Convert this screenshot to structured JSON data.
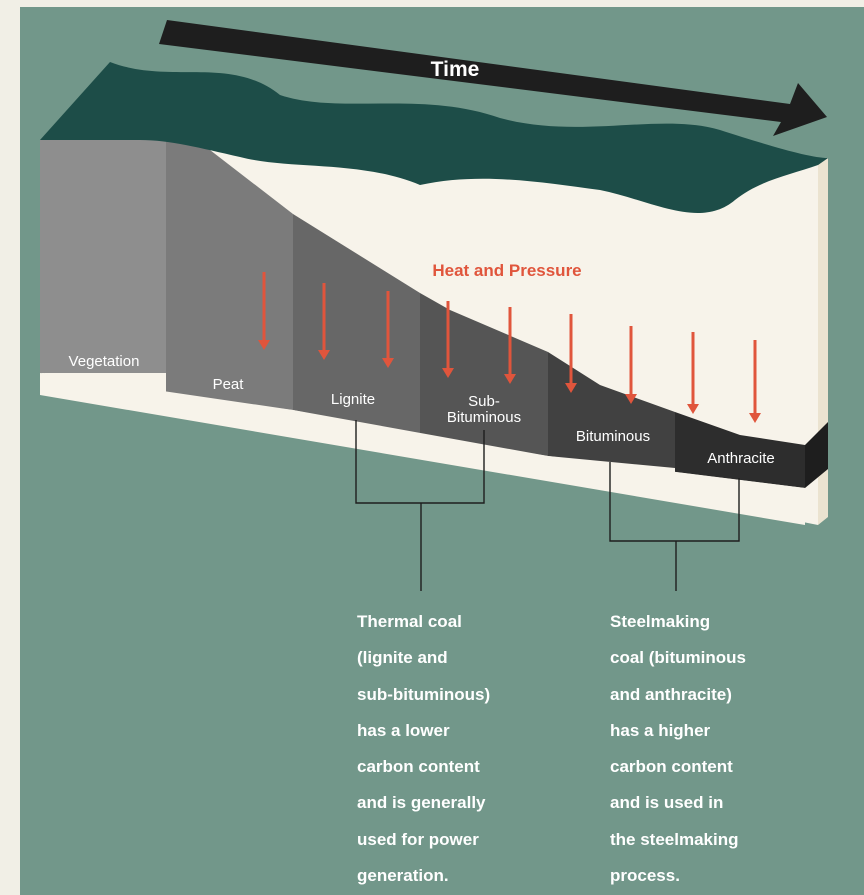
{
  "timeline": {
    "label": "Time"
  },
  "process": {
    "label": "Heat and Pressure"
  },
  "stages": [
    {
      "label": "Vegetation"
    },
    {
      "label": "Peat"
    },
    {
      "label": "Lignite"
    },
    {
      "label": "Sub-\nBituminous"
    },
    {
      "label": "Bituminous"
    },
    {
      "label": "Anthracite"
    }
  ],
  "groups": {
    "thermal": {
      "text": "Thermal coal\n(lignite and\nsub-bituminous)\nhas a lower\ncarbon content\nand is generally\nused for power\ngeneration."
    },
    "steelmaking": {
      "text": "Steelmaking\ncoal (bituminous\nand anthracite)\nhas a higher\ncarbon content\nand is used in\nthe steelmaking\nprocess."
    }
  },
  "colors": {
    "page": "#f1efe6",
    "panel": "#72978a",
    "water": "#1d4d48",
    "cream": "#f7f3ea",
    "arrow": "#e0553c",
    "stage_fills": [
      "#8e8e8e",
      "#7b7b7b",
      "#676767",
      "#555555",
      "#414141",
      "#2d2d2d"
    ]
  }
}
